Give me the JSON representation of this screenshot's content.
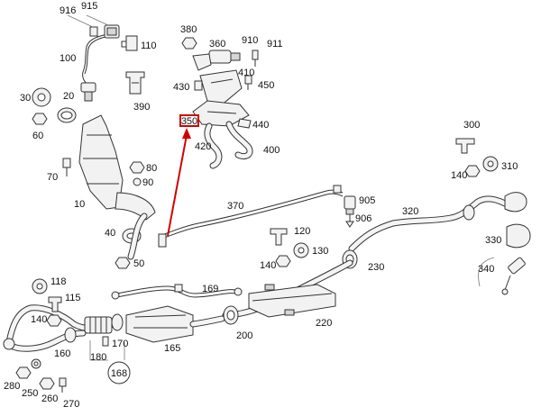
{
  "labels": {
    "l10": "10",
    "l20": "20",
    "l30": "30",
    "l40": "40",
    "l50": "50",
    "l60": "60",
    "l70": "70",
    "l80": "80",
    "l90": "90",
    "l100": "100",
    "l110": "110",
    "l115": "115",
    "l118": "118",
    "l120": "120",
    "l130": "130",
    "l140a": "140",
    "l140b": "140",
    "l140c": "140",
    "l160": "160",
    "l165": "165",
    "l168": "168",
    "l169": "169",
    "l170": "170",
    "l180": "180",
    "l200": "200",
    "l220": "220",
    "l230": "230",
    "l250": "250",
    "l260": "260",
    "l270": "270",
    "l280": "280",
    "l300": "300",
    "l310": "310",
    "l320": "320",
    "l330": "330",
    "l340": "340",
    "l350": "350",
    "l360": "360",
    "l370": "370",
    "l380": "380",
    "l390": "390",
    "l400": "400",
    "l410": "410",
    "l420": "420",
    "l430": "430",
    "l440": "440",
    "l450": "450",
    "l905": "905",
    "l906": "906",
    "l910": "910",
    "l911": "911",
    "l915": "915",
    "l916": "916"
  },
  "highlight": {
    "label": "350",
    "color": "#d10000"
  }
}
